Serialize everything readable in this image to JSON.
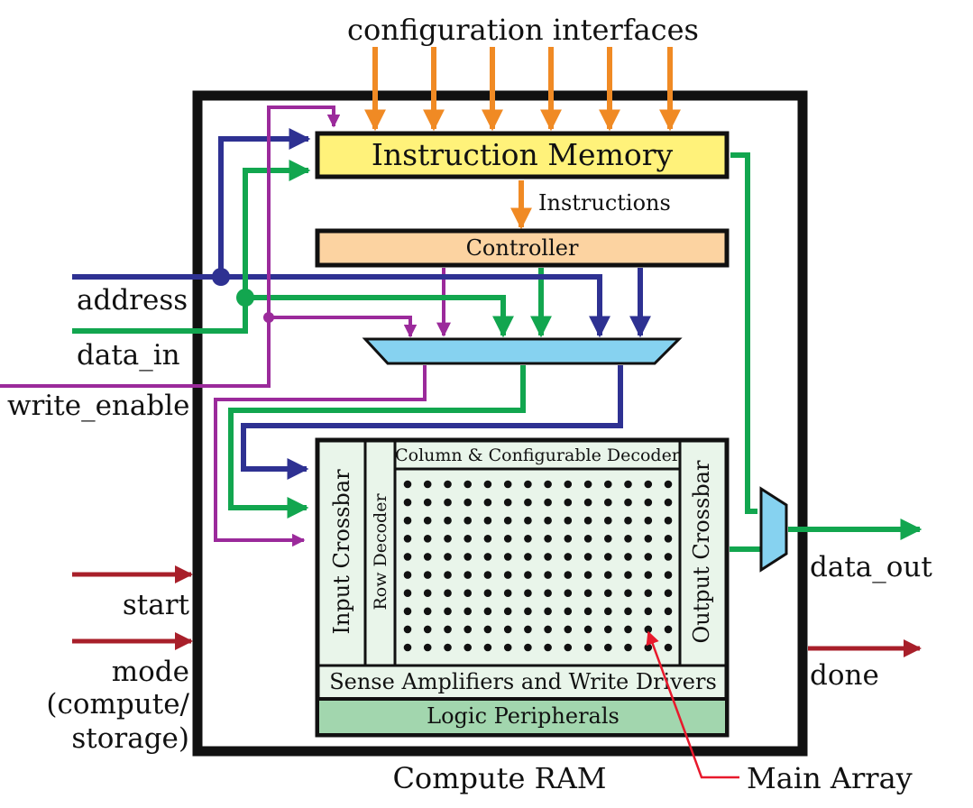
{
  "labels": {
    "config_interfaces": "configuration interfaces",
    "instruction_memory": "Instruction Memory",
    "instructions": "Instructions",
    "controller": "Controller",
    "address": "address",
    "data_in": "data_in",
    "write_enable": "write_enable",
    "column_decoder": "Column & Configurable Decoder",
    "input_crossbar": "Input Crossbar",
    "row_decoder": "Row Decoder",
    "output_crossbar": "Output Crossbar",
    "sense_amplifiers": "Sense Amplifiers and Write Drivers",
    "logic_peripherals": "Logic Peripherals",
    "data_out": "data_out",
    "start": "start",
    "mode_1": "mode",
    "mode_2": "(compute/",
    "mode_3": "storage)",
    "done": "done",
    "compute_ram": "Compute RAM",
    "main_array": "Main Array"
  },
  "array": {
    "rows": 10,
    "cols": 14
  },
  "colors": {
    "outline": "#111111",
    "orange": "#f08a24",
    "blue": "#2e3192",
    "green": "#12a64f",
    "purple": "#9b2a9b",
    "red": "#a81f2a",
    "callout": "#e8192c",
    "instruction_memory_fill": "#fff27a",
    "controller_fill": "#fcd3a1",
    "mux_fill": "#86d2f0",
    "array_fill": "#e9f5ea",
    "logic_fill": "#a2d6ae"
  }
}
